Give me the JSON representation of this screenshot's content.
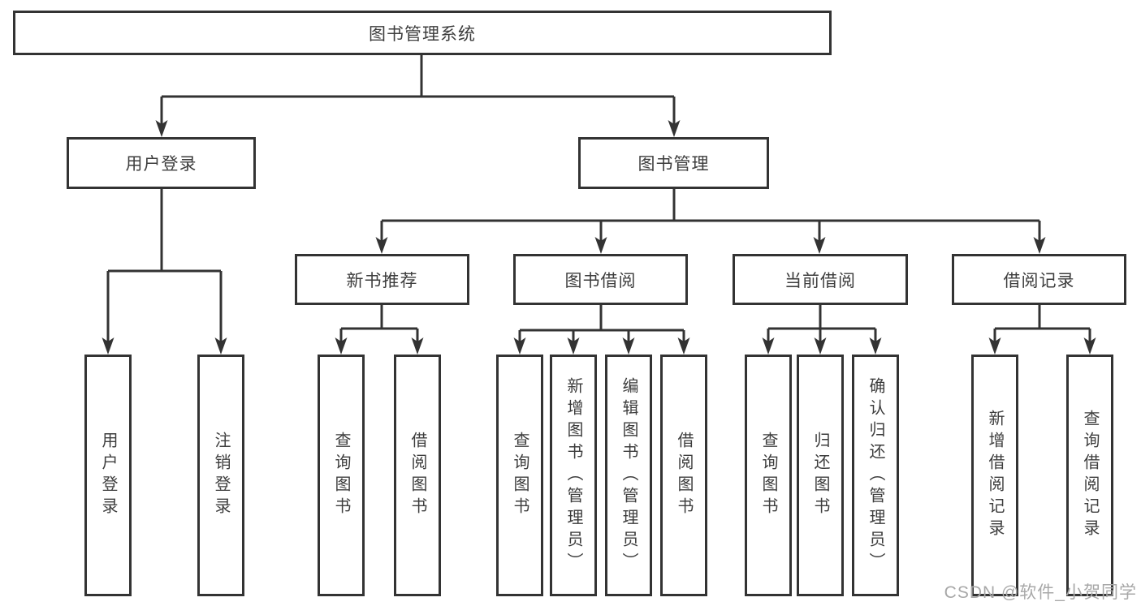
{
  "root": {
    "label": "图书管理系统"
  },
  "level2": [
    {
      "label": "用户登录"
    },
    {
      "label": "图书管理"
    }
  ],
  "level3": [
    {
      "label": "新书推荐",
      "parent": "图书管理"
    },
    {
      "label": "图书借阅",
      "parent": "图书管理"
    },
    {
      "label": "当前借阅",
      "parent": "图书管理"
    },
    {
      "label": "借阅记录",
      "parent": "图书管理"
    }
  ],
  "leaves": [
    {
      "label": "用户登录",
      "parent": "用户登录"
    },
    {
      "label": "注销登录",
      "parent": "用户登录"
    },
    {
      "label": "查询图书",
      "parent": "新书推荐"
    },
    {
      "label": "借阅图书",
      "parent": "新书推荐"
    },
    {
      "label": "查询图书",
      "parent": "图书借阅"
    },
    {
      "label": "新增图书（管理员）",
      "parent": "图书借阅"
    },
    {
      "label": "编辑图书（管理员）",
      "parent": "图书借阅"
    },
    {
      "label": "借阅图书",
      "parent": "图书借阅"
    },
    {
      "label": "查询图书",
      "parent": "当前借阅"
    },
    {
      "label": "归还图书",
      "parent": "当前借阅"
    },
    {
      "label": "确认归还（管理员）",
      "parent": "当前借阅"
    },
    {
      "label": "新增借阅记录",
      "parent": "借阅记录"
    },
    {
      "label": "查询借阅记录",
      "parent": "借阅记录"
    }
  ],
  "watermark": "CSDN @软件_小贺同学",
  "colors": {
    "line": "#333333",
    "text": "#3d3d3d",
    "box_background": "#ffffff",
    "watermark": "#a8a8a8",
    "page_background": "#ffffff"
  }
}
